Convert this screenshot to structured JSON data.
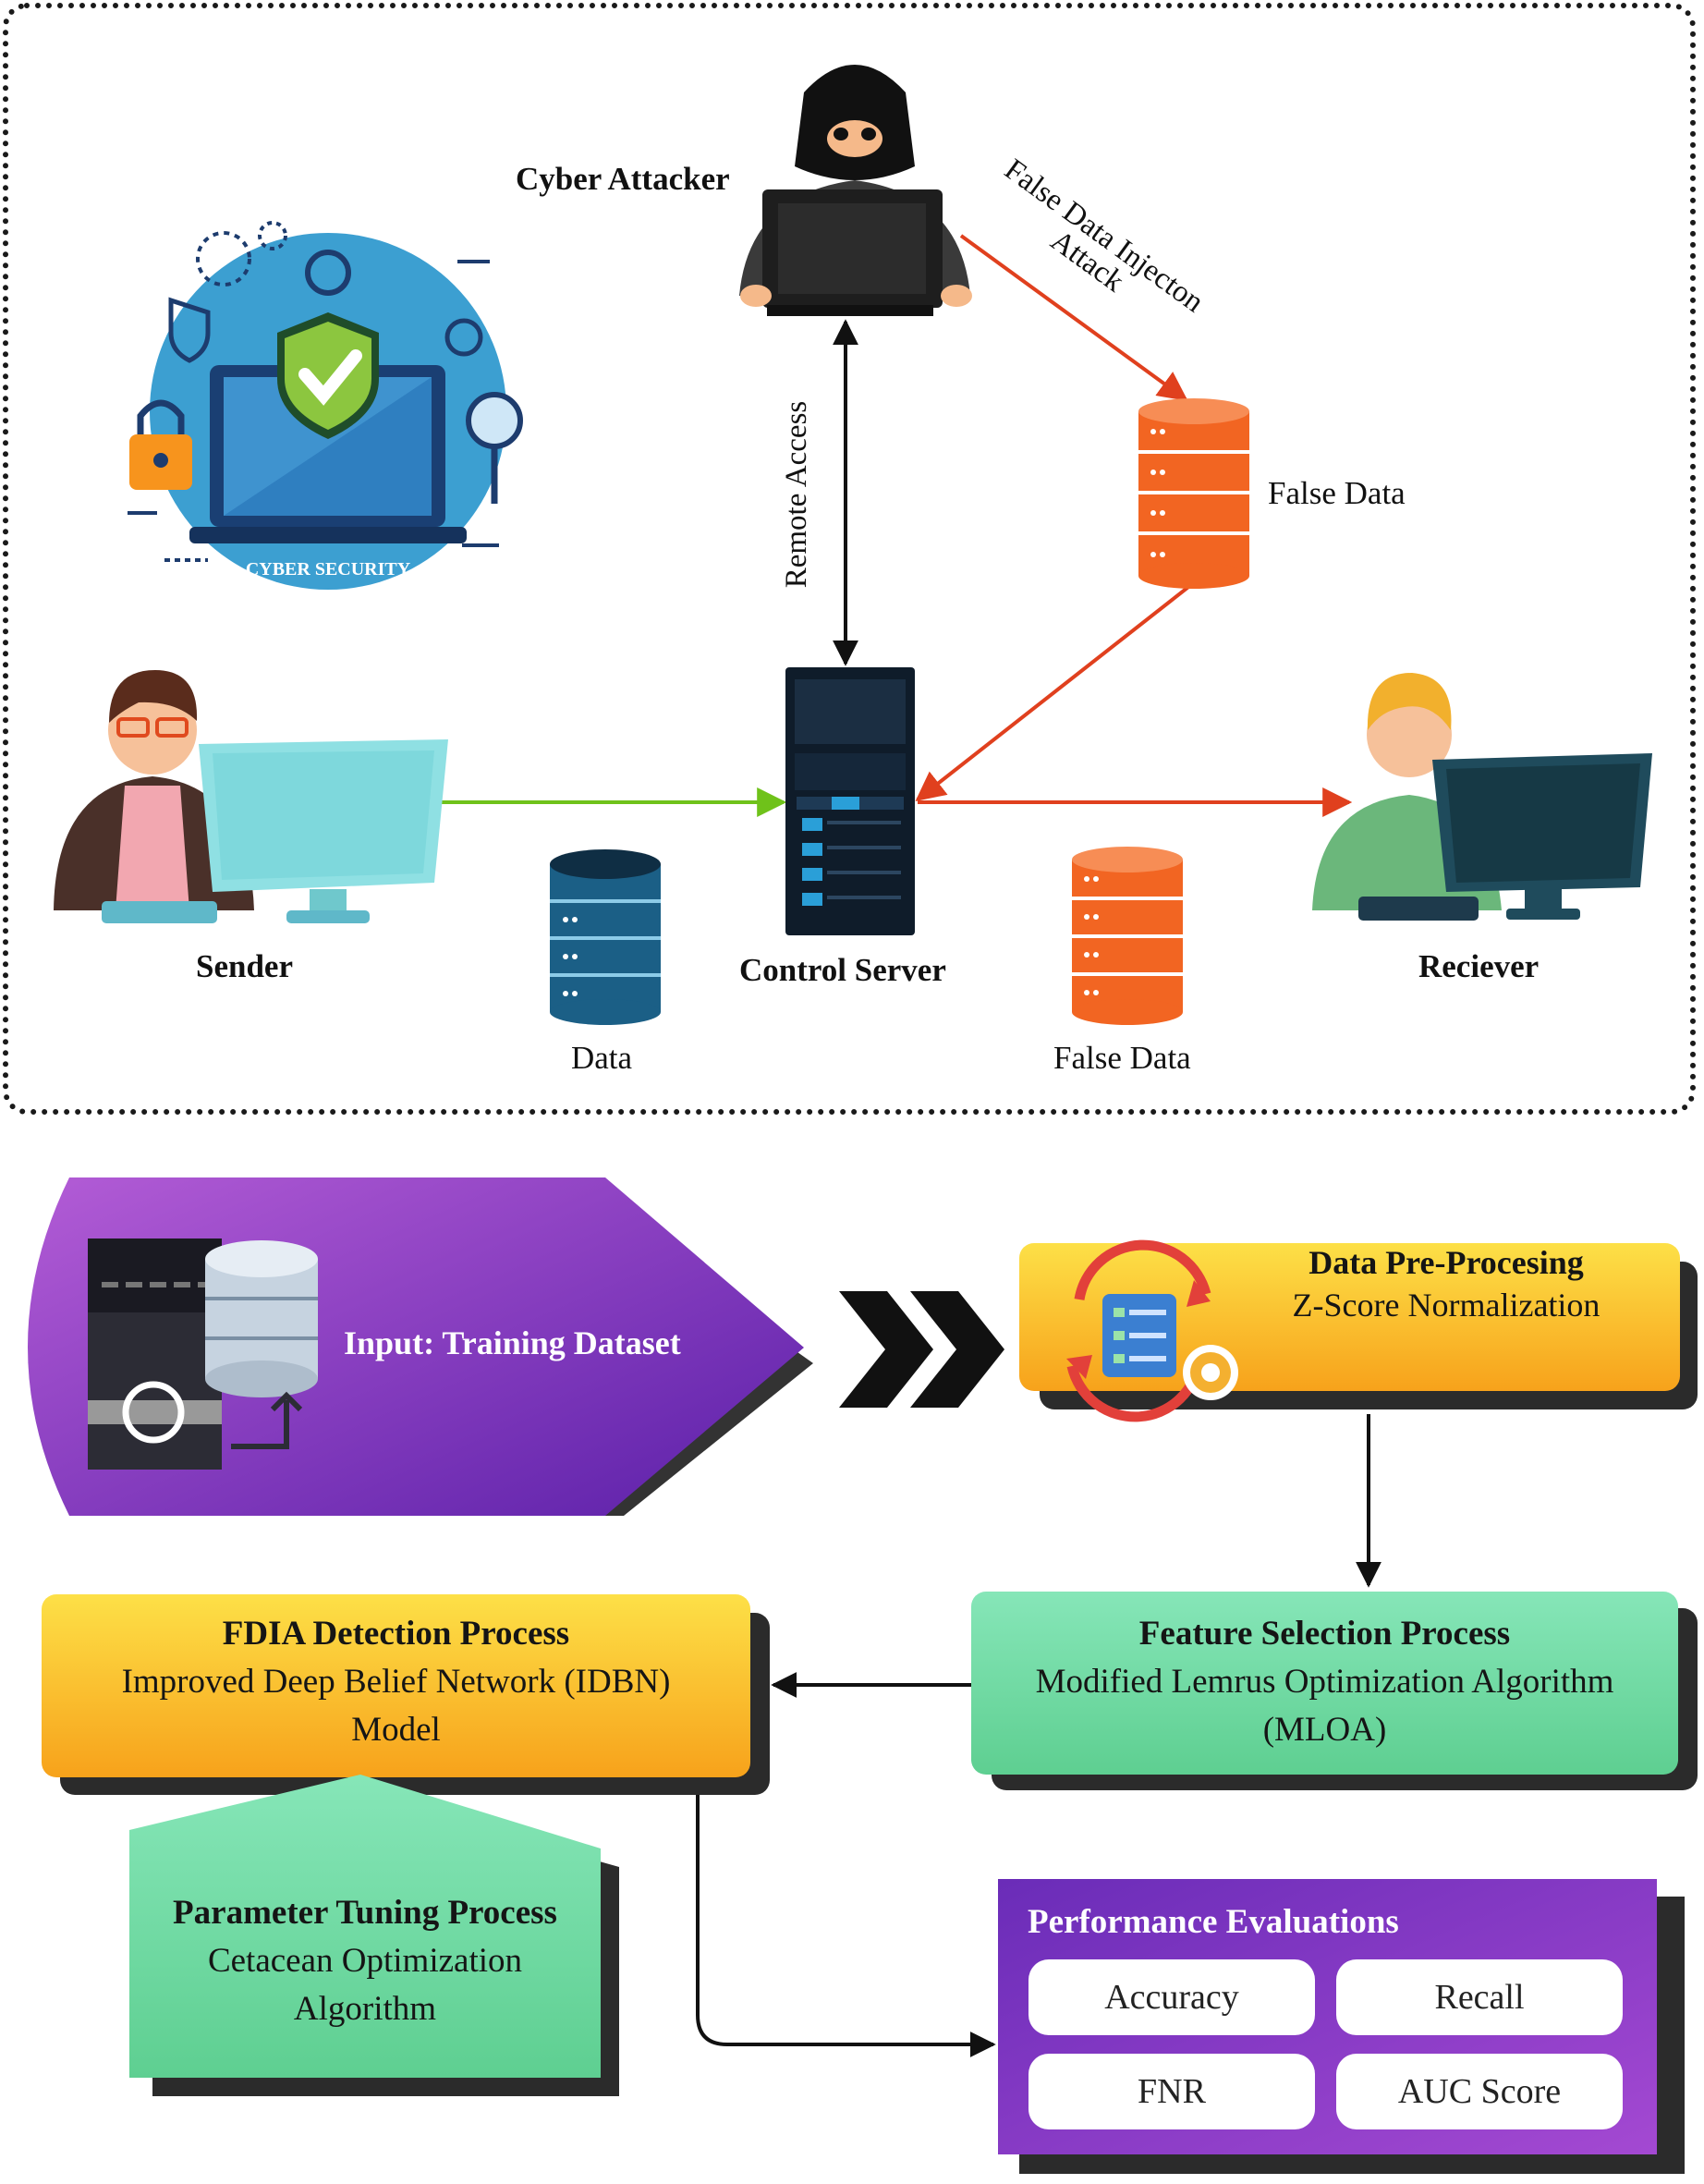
{
  "top_diagram": {
    "cyber_security_badge": "CYBER SECURITY",
    "cyber_attacker": "Cyber Attacker",
    "attack_label_line1": "False Data Injecton",
    "attack_label_line2": "Attack",
    "remote_access": "Remote Access",
    "false_data_upper": "False Data",
    "sender": "Sender",
    "control_server": "Control Server",
    "receiver": "Reciever",
    "data": "Data",
    "false_data_lower": "False Data",
    "colors": {
      "attack_arrow": "#e0401e",
      "data_arrow": "#6fc21a",
      "database_orange": "#f26522",
      "database_blue": "#1b5f86"
    }
  },
  "flow": {
    "input": {
      "label": "Input: Training Dataset"
    },
    "preprocessing": {
      "title": "Data Pre-Procesing",
      "subtitle": "Z-Score Normalization"
    },
    "feature_selection": {
      "title": "Feature Selection Process",
      "line1": "Modified Lemrus Optimization Algorithm",
      "line2": "(MLOA)"
    },
    "detection": {
      "title": "FDIA Detection Process",
      "line1": "Improved Deep Belief Network (IDBN)",
      "line2": "Model"
    },
    "tuning": {
      "title": "Parameter Tuning Process",
      "line1": "Cetacean Optimization",
      "line2": "Algorithm"
    },
    "evaluation": {
      "title": "Performance Evaluations",
      "metrics": [
        "Accuracy",
        "Recall",
        "FNR",
        "AUC Score"
      ]
    },
    "colors": {
      "purple": "#8a3cc4",
      "yellow": "#fcc22a",
      "green": "#72dba3",
      "shadow": "#2b2b2b"
    }
  }
}
